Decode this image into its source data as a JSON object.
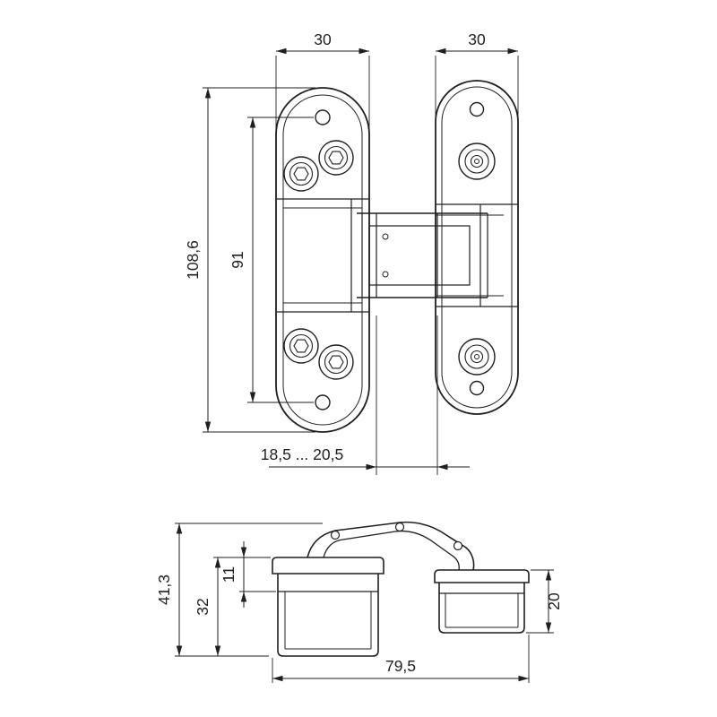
{
  "drawing": {
    "kind": "concealed-hinge-technical-drawing",
    "stroke_color": "#1f1f1f",
    "background_color": "#ffffff",
    "top_view": {
      "left_plate_width": "30",
      "right_plate_width": "30",
      "overall_height": "108,6",
      "screw_hole_spacing": "91",
      "adjustment_range": "18,5 ... 20,5"
    },
    "side_view": {
      "overall_height": "41,3",
      "cup_height": "32",
      "flange_height": "11",
      "frame_part_height": "20",
      "overall_length": "79,5"
    }
  }
}
